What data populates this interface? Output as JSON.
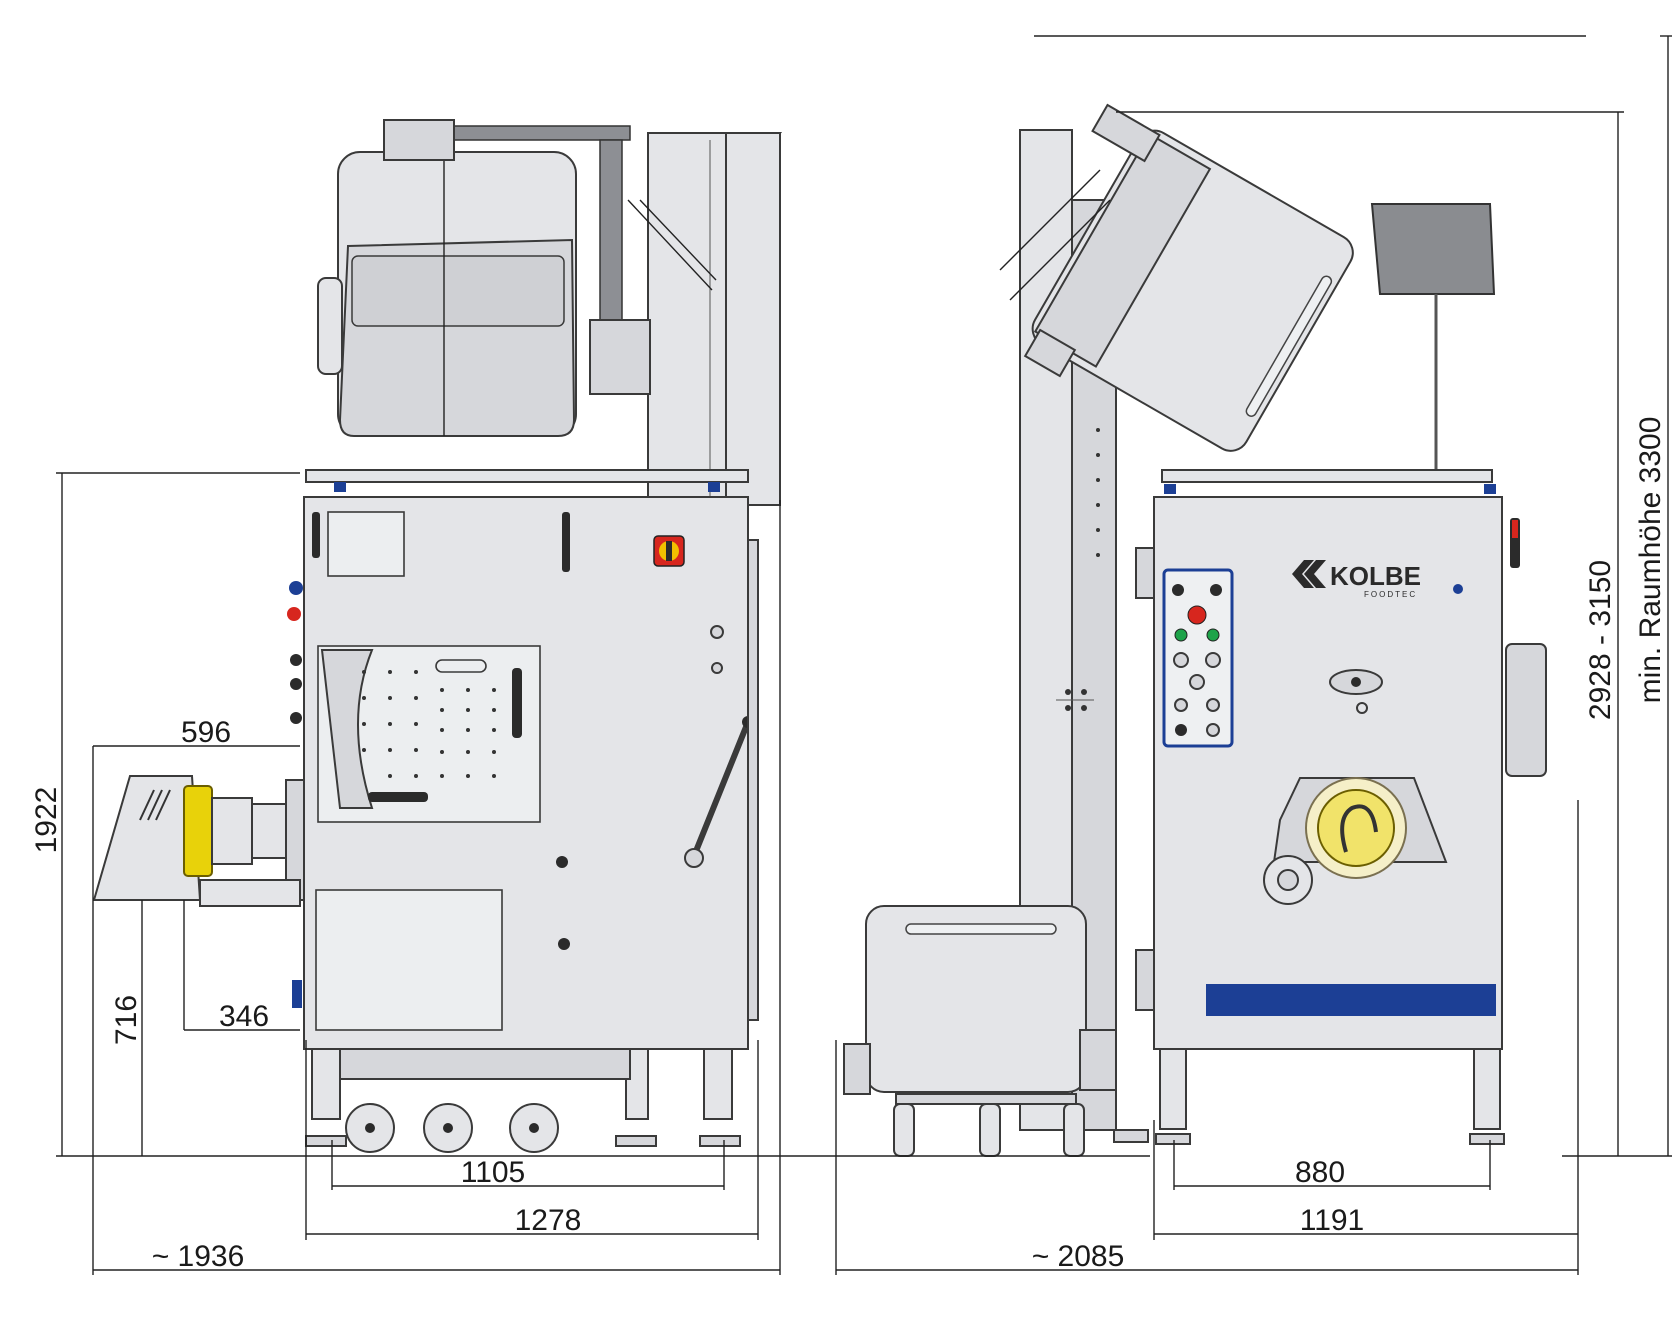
{
  "dimensions": {
    "d596": "596",
    "d1922": "1922",
    "d716": "716",
    "d346": "346",
    "d1105": "1105",
    "d1278": "1278",
    "d1936": "~ 1936",
    "d880": "880",
    "d1191": "1191",
    "d2085": "~ 2085",
    "d2928": "2928 - 3150",
    "d3300": "min. Raumhöhe 3300"
  },
  "brand": {
    "name": "KOLBE",
    "subtitle": "FOODTEC"
  },
  "colors": {
    "steel": "#e4e5e8",
    "accent_blue": "#1c3f95",
    "yellow_ring": "#e8d20a",
    "emergency_red": "#d7261e",
    "control_green": "#1ea34a"
  }
}
